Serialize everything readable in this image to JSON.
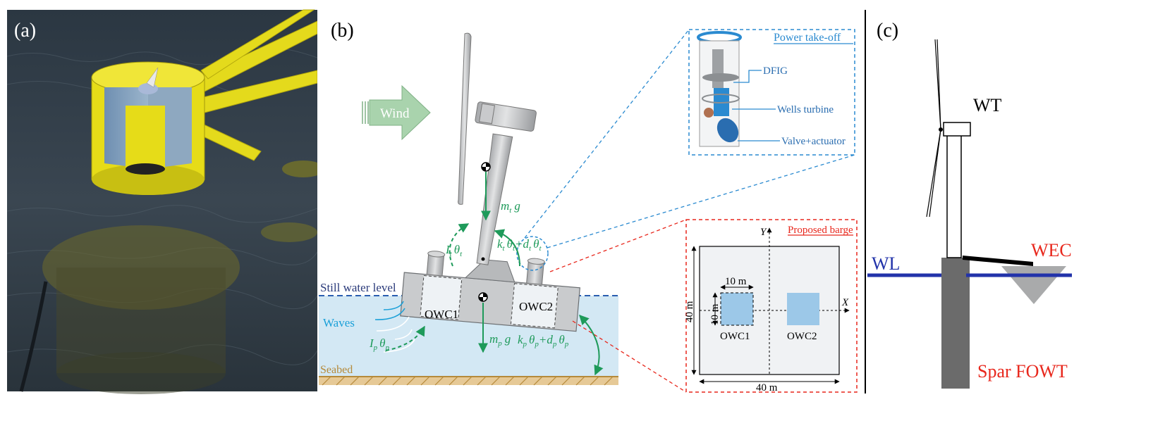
{
  "panel_a": {
    "label": "(a)"
  },
  "panel_b": {
    "label": "(b)",
    "wind": "Wind",
    "still_water": "Still water level",
    "waves": "Waves",
    "seabed": "Seabed",
    "owc1": "OWC1",
    "owc2": "OWC2",
    "eq_tower_weight": {
      "m": "m",
      "sub": "t",
      "g": "g"
    },
    "eq_platform_weight": {
      "m": "m",
      "sub": "p",
      "g": "g"
    },
    "eq_tower_inertia": {
      "I": "I",
      "sub": "t",
      "theta": "θ"
    },
    "eq_platform_inertia": {
      "I": "I",
      "sub": "p",
      "theta": "θ"
    },
    "eq_tower_restoring": {
      "k": "k",
      "t": "t",
      "theta": "θ",
      "plus": "+",
      "d": "d"
    },
    "eq_platform_restoring": {
      "k": "k",
      "p": "p",
      "theta": "θ",
      "plus": "+",
      "d": "d"
    },
    "pto": {
      "title": "Power take-off",
      "dfig": "DFIG",
      "wells": "Wells turbine",
      "valve": "Valve+actuator"
    },
    "barge": {
      "title": "Proposed barge",
      "y_axis": "Y",
      "x_axis": "X",
      "width_small": "10 m",
      "height_small": "10 m",
      "height_total": "40 m",
      "width_total": "40 m",
      "owc1": "OWC1",
      "owc2": "OWC2"
    }
  },
  "panel_c": {
    "label": "(c)",
    "wt": "WT",
    "wl": "WL",
    "wec": "WEC",
    "spar": "Spar FOWT"
  },
  "colors": {
    "water_dark": "#1f2a33",
    "yellow": "#e8e01a",
    "green": "#1e9a5a",
    "blue_label": "#2a6db0",
    "red_label": "#e8271c",
    "wl_line": "#2233aa",
    "water_light": "#cfe6f3"
  }
}
